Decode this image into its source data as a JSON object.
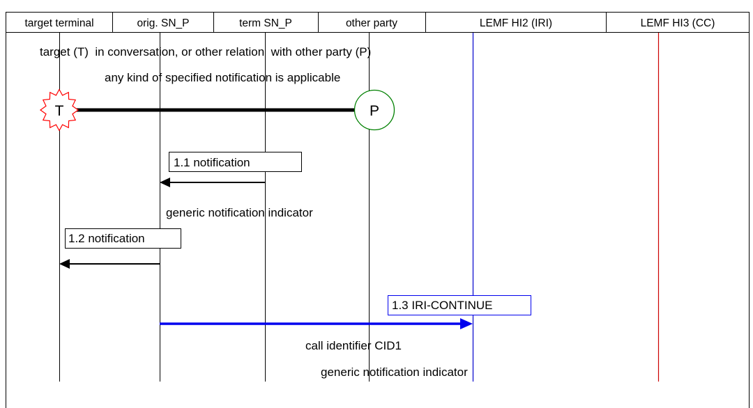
{
  "columns": [
    "target terminal",
    "orig. SN_P",
    "term SN_P",
    "other party",
    "LEMF HI2 (IRI)",
    "LEMF HI3 (CC)"
  ],
  "notes": {
    "relation": "target (T)  in conversation, or other relation  with other party (P)",
    "applicable": "any kind of specified notification is applicable"
  },
  "nodes": {
    "target": "T",
    "party": "P"
  },
  "messages": {
    "m1": {
      "label": "1.1 notification",
      "note": "generic notification indicator"
    },
    "m2": {
      "label": "1.2 notification"
    },
    "m3": {
      "label": "1.3 IRI-CONTINUE",
      "note1": "call identifier CID1",
      "note2": "generic notification indicator"
    }
  },
  "colors": {
    "hi2_line": "#0000cc",
    "hi3_line": "#cc0000",
    "iri_arrow": "#0000ee",
    "star_outline": "#ff0000",
    "party_circle": "#008000"
  }
}
